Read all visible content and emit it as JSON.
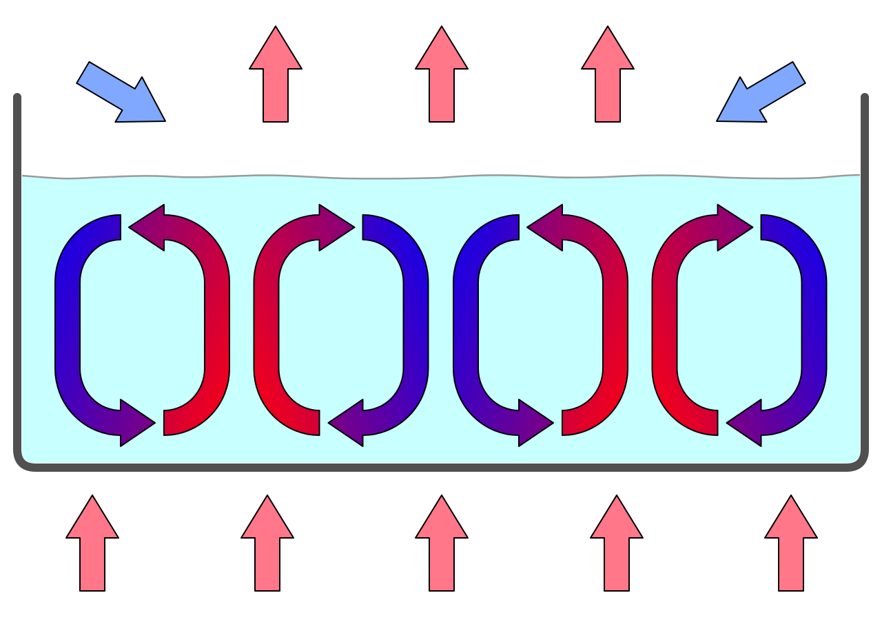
{
  "diagram": {
    "subject": "convection-cells",
    "cell_count": 4,
    "heat_in_arrow_count": 5,
    "heat_out_arrow_count": 3,
    "cool_in_arrow_count": 2
  },
  "colors": {
    "container_wall": "#505050",
    "water": "#c8ffff",
    "surface_line": "#9a9a9a",
    "heat_arrow": "#ff7788",
    "cool_arrow": "#80a8ff",
    "cold_flow": "#1000ee",
    "mid_flow": "#800080",
    "hot_flow": "#ff0010",
    "outline": "#000000"
  }
}
